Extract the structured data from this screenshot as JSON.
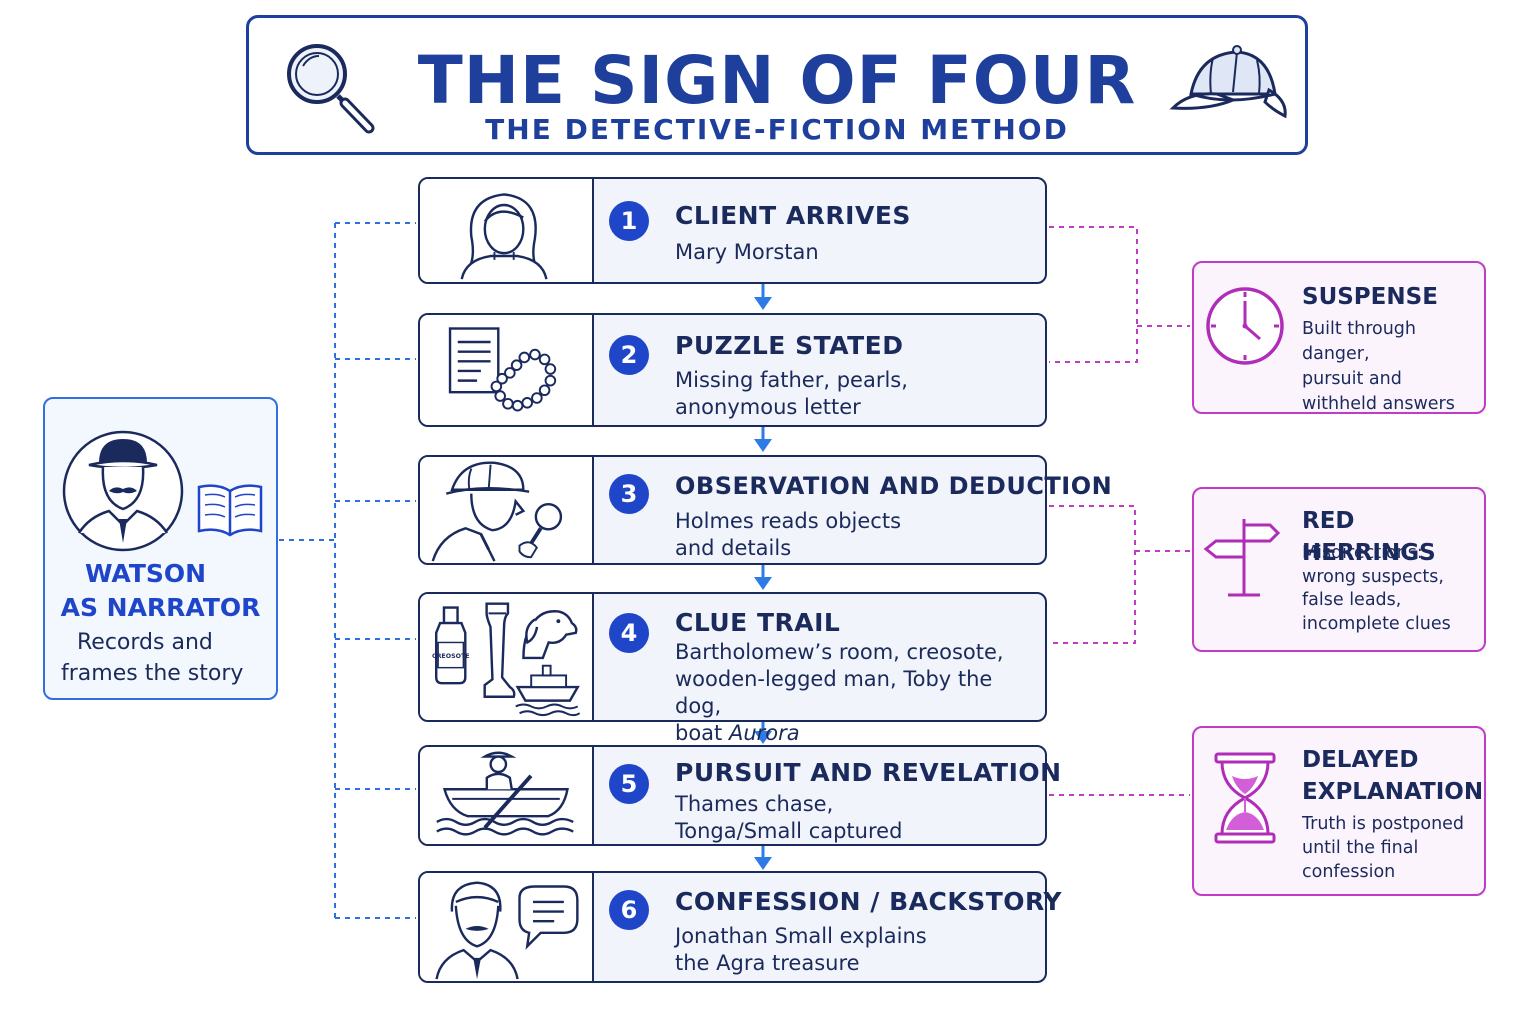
{
  "header": {
    "title": "THE SIGN OF FOUR",
    "subtitle": "THE DETECTIVE-FICTION METHOD",
    "left_icon": "magnifying-glass-icon",
    "right_icon": "deerstalker-hat-icon"
  },
  "steps": [
    {
      "number": "1",
      "title": "CLIENT ARRIVES",
      "desc_lines": [
        "Mary Morstan"
      ],
      "icon": "woman-portrait-icon"
    },
    {
      "number": "2",
      "title": "PUZZLE STATED",
      "desc_lines": [
        "Missing father, pearls,",
        "anonymous letter"
      ],
      "icon": "letter-and-pearls-icon"
    },
    {
      "number": "3",
      "title": "OBSERVATION AND DEDUCTION",
      "desc_lines": [
        "Holmes reads objects",
        "and details"
      ],
      "icon": "detective-with-magnifier-icon"
    },
    {
      "number": "4",
      "title": "CLUE TRAIL",
      "desc_lines": [
        "Bartholomew’s room, creosote,",
        "wooden-legged man, Toby the dog,",
        "boat"
      ],
      "desc_italic": "Aurora",
      "icon": "clue-objects-icon",
      "bottle_label": "CREOSOTE"
    },
    {
      "number": "5",
      "title": "PURSUIT AND REVELATION",
      "desc_lines": [
        "Thames chase,",
        "Tonga/Small captured"
      ],
      "icon": "rowing-boat-icon"
    },
    {
      "number": "6",
      "title": "CONFESSION / BACKSTORY",
      "desc_lines": [
        "Jonathan Small explains",
        "the Agra treasure"
      ],
      "icon": "man-with-speech-bubble-icon"
    }
  ],
  "narrator": {
    "title_line1": "WATSON",
    "title_line2": "AS NARRATOR",
    "desc_lines": [
      "Records and",
      "frames the story"
    ],
    "portrait_icon": "watson-portrait-icon",
    "book_icon": "open-book-icon"
  },
  "devices": [
    {
      "title_lines": [
        "SUSPENSE"
      ],
      "desc_lines": [
        "Built through danger,",
        "pursuit and",
        "withheld answers"
      ],
      "icon": "clock-icon"
    },
    {
      "title_lines": [
        "RED HERRINGS"
      ],
      "desc_lines": [
        "Misdirections:",
        "wrong suspects,",
        "false leads,",
        "incomplete clues"
      ],
      "icon": "signpost-icon"
    },
    {
      "title_lines": [
        "DELAYED",
        "EXPLANATION"
      ],
      "desc_lines": [
        "Truth is postponed",
        "until the final",
        "confession"
      ],
      "icon": "hourglass-icon"
    }
  ],
  "colors": {
    "primary_blue": "#1e3f9c",
    "number_blue": "#1f45c9",
    "narrator_blue": "#2f6fe0",
    "device_magenta": "#c13cc6",
    "text_dark": "#1b2a5c"
  }
}
